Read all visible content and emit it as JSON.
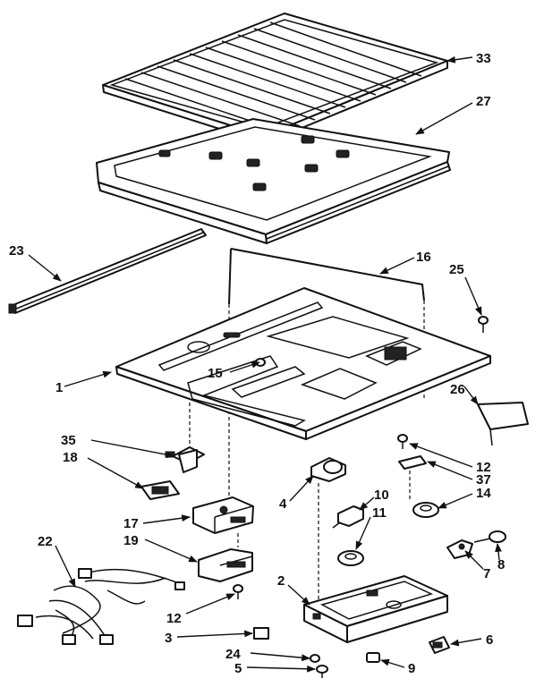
{
  "callouts": [
    {
      "id": "c33",
      "text": "33"
    },
    {
      "id": "c27",
      "text": "27"
    },
    {
      "id": "c23",
      "text": "23"
    },
    {
      "id": "c16",
      "text": "16"
    },
    {
      "id": "c25",
      "text": "25"
    },
    {
      "id": "c1",
      "text": "1"
    },
    {
      "id": "c15",
      "text": "15"
    },
    {
      "id": "c26",
      "text": "26"
    },
    {
      "id": "c35",
      "text": "35"
    },
    {
      "id": "c18",
      "text": "18"
    },
    {
      "id": "c12a",
      "text": "12"
    },
    {
      "id": "c37",
      "text": "37"
    },
    {
      "id": "c14",
      "text": "14"
    },
    {
      "id": "c4",
      "text": "4"
    },
    {
      "id": "c10",
      "text": "10"
    },
    {
      "id": "c11",
      "text": "11"
    },
    {
      "id": "c17",
      "text": "17"
    },
    {
      "id": "c19",
      "text": "19"
    },
    {
      "id": "c22",
      "text": "22"
    },
    {
      "id": "c7",
      "text": "7"
    },
    {
      "id": "c8",
      "text": "8"
    },
    {
      "id": "c2",
      "text": "2"
    },
    {
      "id": "c12b",
      "text": "12"
    },
    {
      "id": "c3",
      "text": "3"
    },
    {
      "id": "c6",
      "text": "6"
    },
    {
      "id": "c24",
      "text": "24"
    },
    {
      "id": "c5",
      "text": "5"
    },
    {
      "id": "c9",
      "text": "9"
    }
  ]
}
